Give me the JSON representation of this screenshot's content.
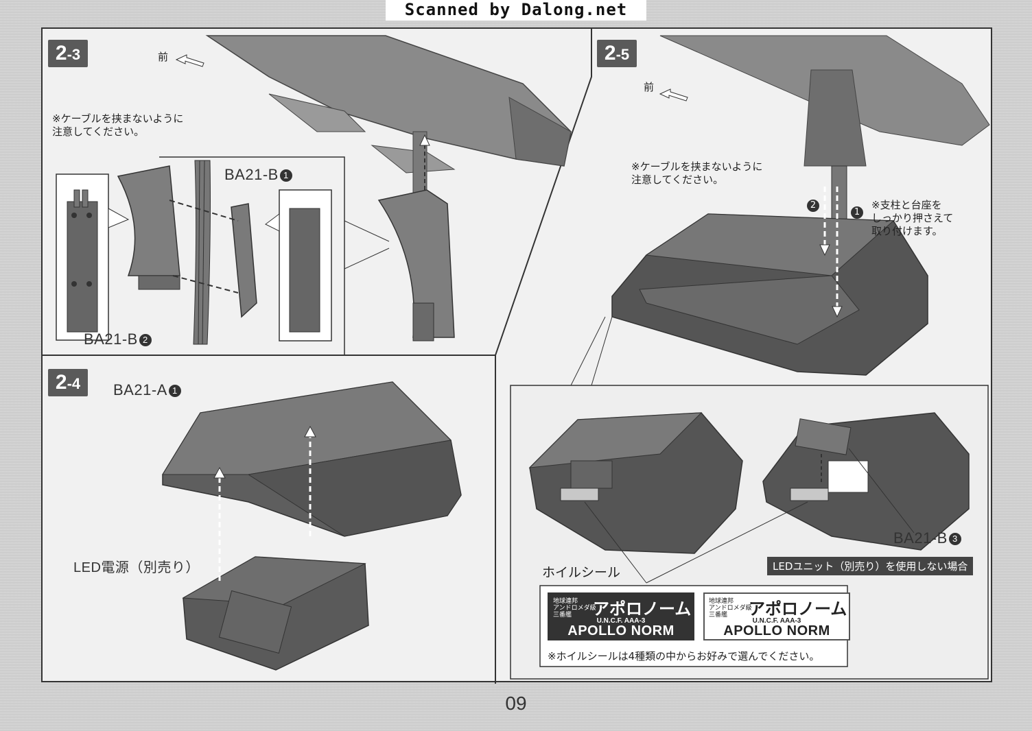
{
  "banner": "Scanned by Dalong.net",
  "page_number": "09",
  "step_2_3": {
    "badge_main": "2",
    "badge_sub": "-3",
    "front_label": "前",
    "note": "※ケーブルを挟まないように\n注意してください。",
    "part_b1": "BA21-B",
    "part_b1_num": "1",
    "part_b2": "BA21-B",
    "part_b2_num": "2"
  },
  "step_2_4": {
    "badge_main": "2",
    "badge_sub": "-4",
    "part_a1": "BA21-A",
    "part_a1_num": "1",
    "led_power": "LED電源（別売り）"
  },
  "step_2_5": {
    "badge_main": "2",
    "badge_sub": "-5",
    "front_label": "前",
    "note_cable": "※ケーブルを挟まないように\n注意してください。",
    "note_press": "※支柱と台座を\n しっかり押さえて\n 取り付けます。",
    "marker_1": "1",
    "marker_2": "2",
    "part_b3": "BA21-B",
    "part_b3_num": "3",
    "foil_seal": "ホイルシール",
    "no_led_caption": "LEDユニット（別売り）を使用しない場合",
    "stickers": [
      {
        "small": "地球連邦\nアンドロメダ級\n三番艦",
        "jp": "アポロノーム",
        "code": "U.N.C.F. AAA-3",
        "en": "APOLLO NORM"
      },
      {
        "small": "地球連邦\nアンドロメダ級\n三番艦",
        "jp": "アポロノーム",
        "code": "U.N.C.F. AAA-3",
        "en": "APOLLO NORM"
      }
    ],
    "sticker_note": "※ホイルシールは4種類の中からお好みで選んでください。"
  }
}
